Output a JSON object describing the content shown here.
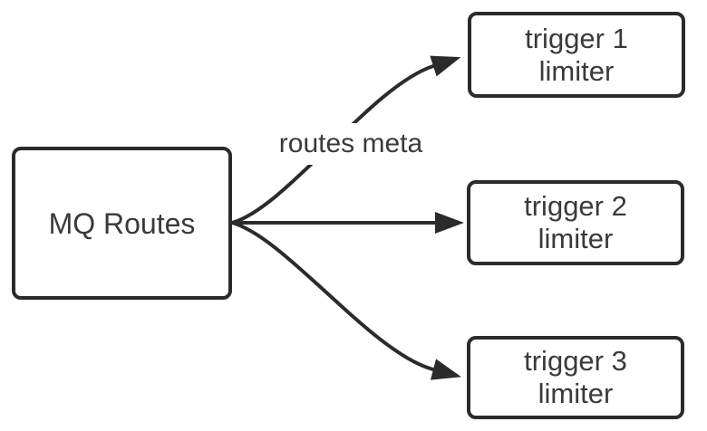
{
  "diagram": {
    "colors": {
      "background": "#ffffff",
      "line": "#2b2b2b",
      "text": "#3a3a3a",
      "node_fill": "#ffffff"
    },
    "nodes": [
      {
        "id": "mq-routes",
        "lines": [
          "MQ Routes"
        ]
      },
      {
        "id": "trigger-1-limiter",
        "lines": [
          "trigger 1",
          "limiter"
        ]
      },
      {
        "id": "trigger-2-limiter",
        "lines": [
          "trigger 2",
          "limiter"
        ]
      },
      {
        "id": "trigger-3-limiter",
        "lines": [
          "trigger 3",
          "limiter"
        ]
      }
    ],
    "edges": [
      {
        "from": "mq-routes",
        "to": "trigger-1-limiter",
        "label": "routes meta",
        "shape": "curve-up"
      },
      {
        "from": "mq-routes",
        "to": "trigger-2-limiter",
        "label": "",
        "shape": "straight"
      },
      {
        "from": "mq-routes",
        "to": "trigger-3-limiter",
        "label": "",
        "shape": "curve-down"
      }
    ]
  }
}
